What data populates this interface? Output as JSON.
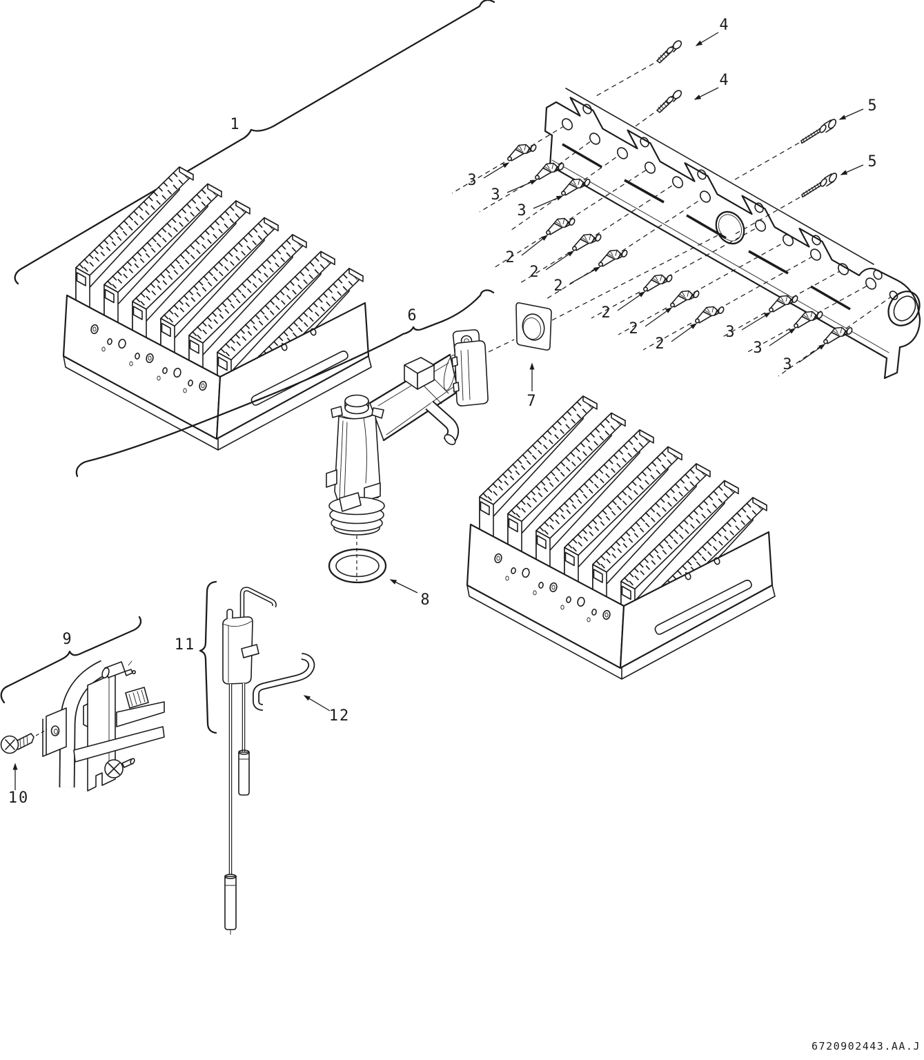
{
  "diagram": {
    "doc_code": "6720902443.AA.J",
    "colors": {
      "line": "#1c1c1c",
      "background": "#ffffff"
    },
    "callouts": [
      {
        "ref": "1"
      },
      {
        "ref": "3"
      },
      {
        "ref": "3"
      },
      {
        "ref": "3"
      },
      {
        "ref": "2"
      },
      {
        "ref": "2"
      },
      {
        "ref": "2"
      },
      {
        "ref": "2"
      },
      {
        "ref": "2"
      },
      {
        "ref": "2"
      },
      {
        "ref": "3"
      },
      {
        "ref": "3"
      },
      {
        "ref": "3"
      },
      {
        "ref": "4"
      },
      {
        "ref": "4"
      },
      {
        "ref": "5"
      },
      {
        "ref": "5"
      },
      {
        "ref": "6"
      },
      {
        "ref": "7"
      },
      {
        "ref": "8"
      },
      {
        "ref": "9"
      },
      {
        "ref": "10"
      },
      {
        "ref": "11"
      },
      {
        "ref": "12"
      }
    ]
  }
}
